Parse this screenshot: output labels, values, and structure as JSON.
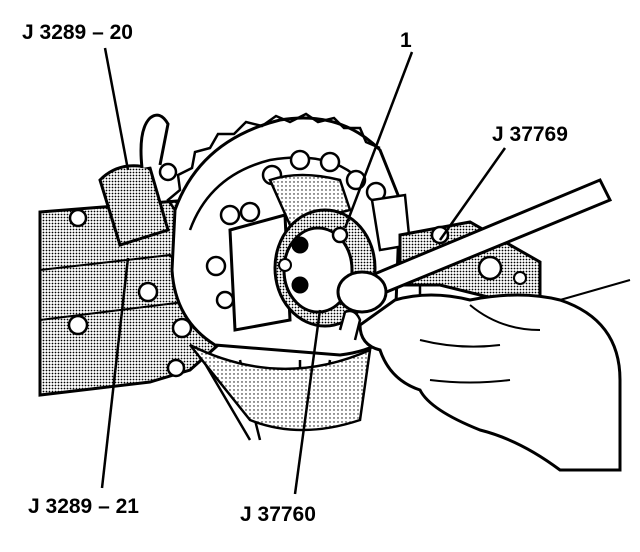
{
  "labels": {
    "fixture_upper": "J 3289 – 20",
    "fixture_lower": "J 3289 – 21",
    "item_1": "1",
    "handle_tool": "J 37769",
    "drive_tool": "J 37760"
  },
  "colors": {
    "ink": "#000000",
    "paper": "#ffffff",
    "shade": "#9a9a9a",
    "light_shade": "#cfcfcf"
  }
}
